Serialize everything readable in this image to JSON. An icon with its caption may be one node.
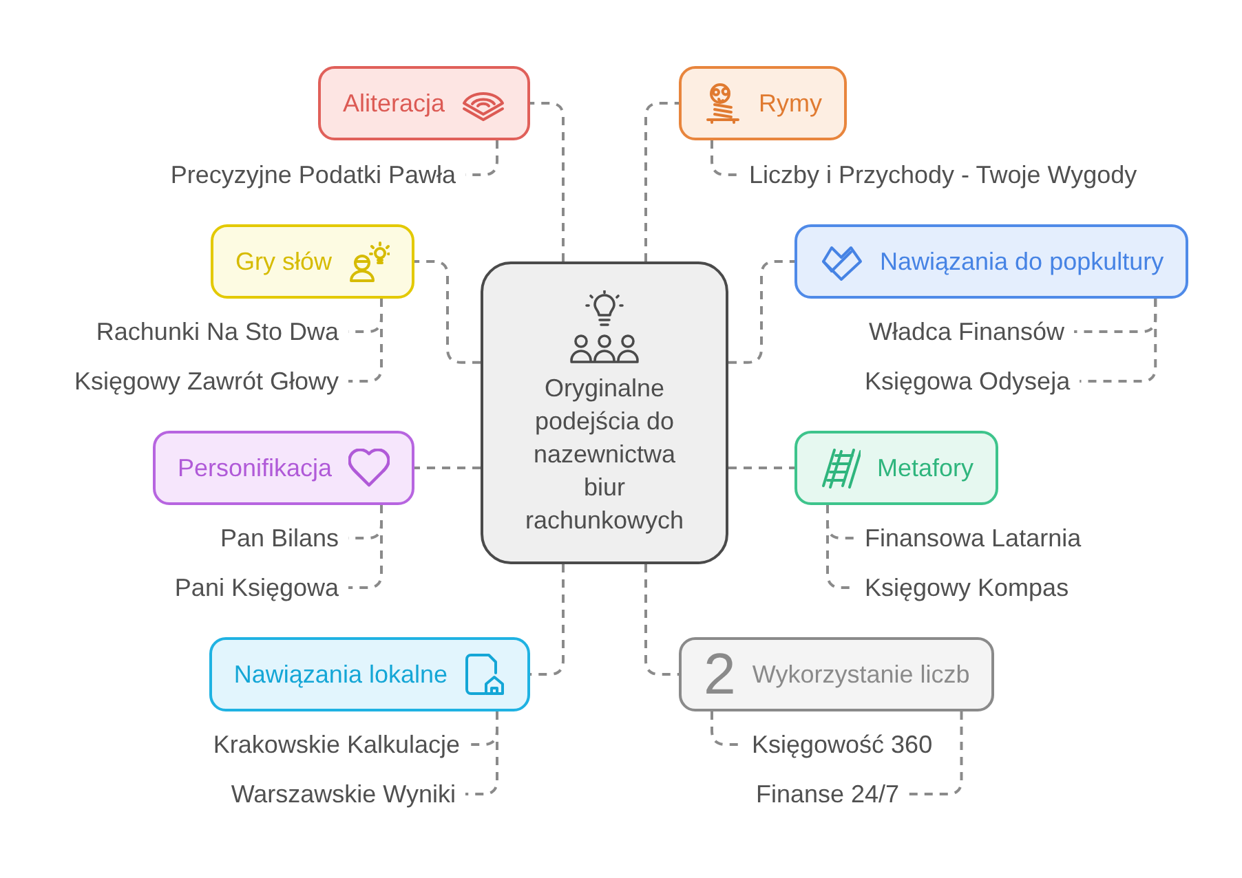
{
  "diagram": {
    "nodes": [
      {
        "text": [
          "Oryginalne podejścia do nazewnictwa biur rachunkowych"
        ]
      },
      {
        "text": [
          "Aliteracja"
        ]
      },
      {
        "text": [
          "Precyzyjne Podatki Pawła"
        ]
      },
      {
        "text": [
          "Rymy"
        ]
      },
      {
        "text": [
          "Liczby i Przychody - Twoje Wygody"
        ]
      },
      {
        "text": [
          "Gry słów"
        ]
      },
      {
        "text": [
          "Rachunki Na Sto Dwa"
        ]
      },
      {
        "text": [
          "Księgowy Zawrót Głowy"
        ]
      },
      {
        "text": [
          "Nawiązania do popkultury"
        ]
      },
      {
        "text": [
          "Władca Finansów"
        ]
      },
      {
        "text": [
          "Księgowa Odyseja"
        ]
      },
      {
        "text": [
          "Personifikacja"
        ]
      },
      {
        "text": [
          "Pan Bilans"
        ]
      },
      {
        "text": [
          "Pani Księgowa"
        ]
      },
      {
        "text": [
          "Metafory"
        ]
      },
      {
        "text": [
          "Finansowa Latarnia"
        ]
      },
      {
        "text": [
          "Księgowy Kompas"
        ]
      },
      {
        "text": [
          "Nawiązania lokalne"
        ]
      },
      {
        "text": [
          "Krakowskie Kalkulacje"
        ]
      },
      {
        "text": [
          "Warszawskie Wyniki"
        ]
      },
      {
        "text": [
          "2",
          "Wykorzystanie liczb"
        ]
      },
      {
        "text": [
          "Księgowość 360"
        ]
      },
      {
        "text": [
          "Finanse 24/7"
        ]
      }
    ],
    "edges": [
      {
        "from": 0,
        "to": 1,
        "arrow": "none",
        "style": "dashed"
      },
      {
        "from": 1,
        "to": 2,
        "arrow": "none",
        "style": "dashed"
      },
      {
        "from": 0,
        "to": 3,
        "arrow": "none",
        "style": "dashed"
      },
      {
        "from": 3,
        "to": 4,
        "arrow": "none",
        "style": "dashed"
      },
      {
        "from": 0,
        "to": 5,
        "arrow": "none",
        "style": "dashed"
      },
      {
        "from": 5,
        "to": 6,
        "arrow": "none",
        "style": "dashed"
      },
      {
        "from": 5,
        "to": 7,
        "arrow": "none",
        "style": "dashed"
      },
      {
        "from": 0,
        "to": 8,
        "arrow": "none",
        "style": "dashed"
      },
      {
        "from": 8,
        "to": 9,
        "arrow": "none",
        "style": "dashed"
      },
      {
        "from": 8,
        "to": 10,
        "arrow": "none",
        "style": "dashed"
      },
      {
        "from": 0,
        "to": 11,
        "arrow": "none",
        "style": "dashed"
      },
      {
        "from": 11,
        "to": 12,
        "arrow": "none",
        "style": "dashed"
      },
      {
        "from": 11,
        "to": 13,
        "arrow": "none",
        "style": "dashed"
      },
      {
        "from": 0,
        "to": 14,
        "arrow": "none",
        "style": "dashed"
      },
      {
        "from": 14,
        "to": 15,
        "arrow": "none",
        "style": "dashed"
      },
      {
        "from": 14,
        "to": 16,
        "arrow": "none",
        "style": "dashed"
      },
      {
        "from": 0,
        "to": 17,
        "arrow": "none",
        "style": "dashed"
      },
      {
        "from": 17,
        "to": 18,
        "arrow": "none",
        "style": "dashed"
      },
      {
        "from": 17,
        "to": 19,
        "arrow": "none",
        "style": "dashed"
      },
      {
        "from": 0,
        "to": 20,
        "arrow": "none",
        "style": "dashed"
      },
      {
        "from": 20,
        "to": 21,
        "arrow": "none",
        "style": "dashed"
      },
      {
        "from": 20,
        "to": 22,
        "arrow": "none",
        "style": "dashed"
      }
    ]
  }
}
